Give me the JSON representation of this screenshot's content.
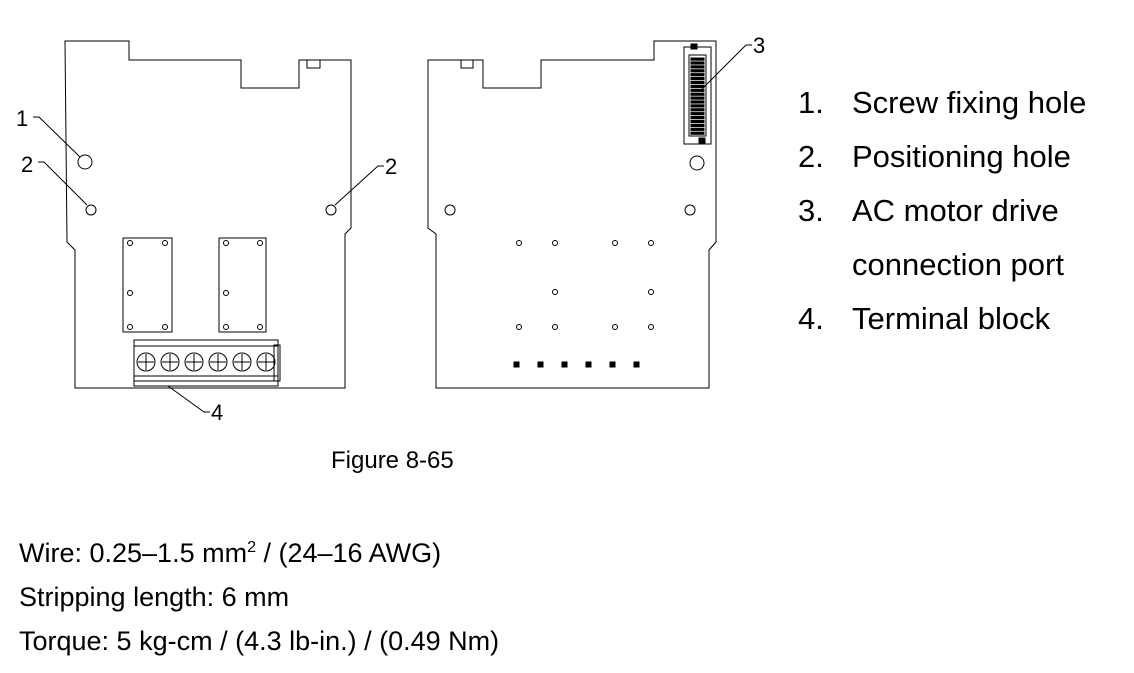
{
  "diagram": {
    "callouts": {
      "c1": "1",
      "c2_left": "2",
      "c2_right": "2",
      "c3": "3",
      "c4": "4"
    },
    "caption": "Figure 8-65"
  },
  "legend": {
    "items": [
      {
        "number": "1.",
        "label": "Screw fixing hole"
      },
      {
        "number": "2.",
        "label": "Positioning hole"
      },
      {
        "number": "3.",
        "label": "AC motor drive"
      },
      {
        "number": "4.",
        "label": "Terminal block"
      }
    ],
    "item3_continuation": "connection port"
  },
  "specs": {
    "wire_prefix": "Wire: 0.25–1.5 mm",
    "wire_superscript": "2",
    "wire_suffix": " / (24–16 AWG)",
    "stripping": "Stripping length: 6 mm",
    "torque": "Torque: 5 kg-cm / (4.3 lb-in.) / (0.49 Nm)"
  }
}
